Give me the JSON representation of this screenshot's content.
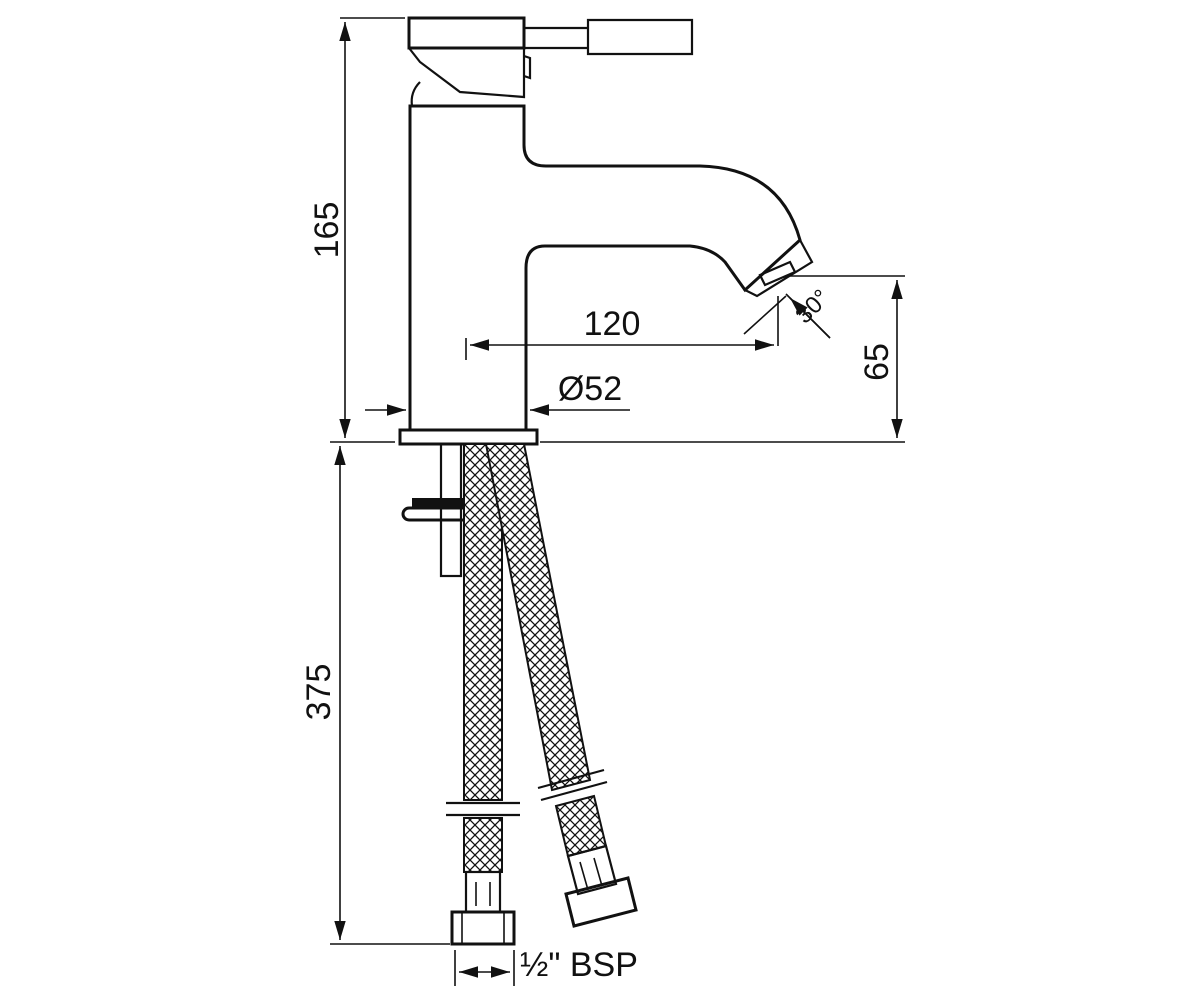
{
  "drawing": {
    "labels": {
      "height_overall": "165",
      "spout_reach": "120",
      "spout_height": "65",
      "body_diameter": "Ø52",
      "spray_angle": "30°",
      "hose_length": "375",
      "connection_size": "½\" BSP"
    },
    "colors": {
      "line": "#111111",
      "background": "#ffffff"
    }
  }
}
